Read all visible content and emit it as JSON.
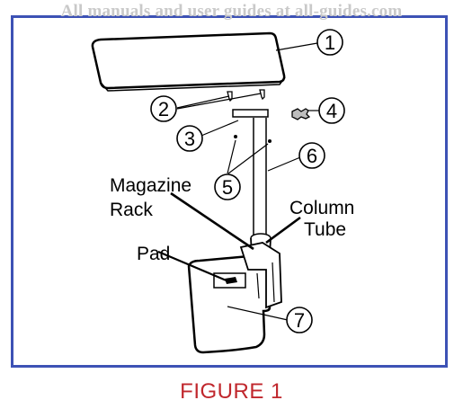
{
  "watermark": "All manuals and user guides at all-guides.com",
  "labels": {
    "magazine_rack_1": "Magazine",
    "magazine_rack_2": "Rack",
    "column_tube_1": "Column",
    "column_tube_2": "Tube",
    "pad": "Pad"
  },
  "callouts": [
    "1",
    "2",
    "3",
    "4",
    "5",
    "6",
    "7"
  ],
  "caption": "FIGURE 1",
  "colors": {
    "frame": "#3d52b5",
    "caption": "#c0272d",
    "watermark": "#c9c9c9"
  }
}
